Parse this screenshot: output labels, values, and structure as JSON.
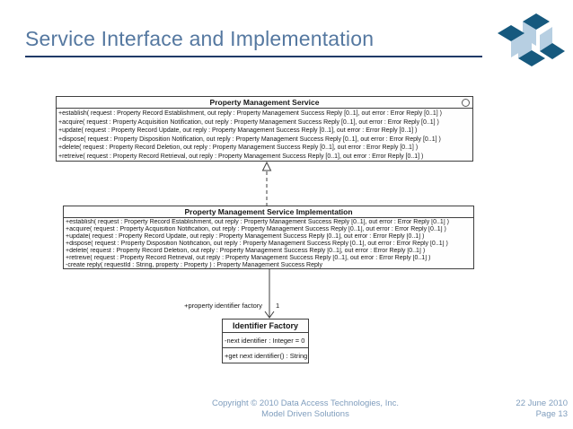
{
  "slide": {
    "title": "Service Interface and Implementation"
  },
  "diagram": {
    "service_box": {
      "title": "Property Management Service",
      "icon": "interface-circle",
      "operations": [
        "+establish( request : Property Record Establishment, out reply : Property Management Success Reply [0..1], out error : Error Reply [0..1] )",
        "+acquire( request : Property Acquisition Notification, out reply : Property Management Success Reply [0..1], out error : Error Reply [0..1] )",
        "+update( request : Property Record Update, out reply : Property Management Success Reply [0..1], out error : Error Reply [0..1] )",
        "+dispose( request : Property Disposition Notification, out reply : Property Management Success Reply [0..1], out error : Error Reply [0..1] )",
        "+delete( request : Property Record Deletion, out reply : Property Management Success Reply [0..1], out error : Error Reply [0..1] )",
        "+retreive( request : Property Record Retrieval, out reply : Property Management Success Reply [0..1], out error : Error Reply [0..1] )"
      ]
    },
    "implementation_box": {
      "title": "Property Management Service Implementation",
      "operations": [
        "+establish( request : Property Record Establishment, out reply : Property Management Success Reply [0..1], out error : Error Reply [0..1] )",
        "+acquire( request : Property Acquisition Notification, out reply : Property Management Success Reply [0..1], out error : Error Reply [0..1] )",
        "+update( request : Property Record Update, out reply : Property Management Success Reply [0..1], out error : Error Reply [0..1] )",
        "+dispose( request : Property Disposition Notification, out reply : Property Management Success Reply [0..1], out error : Error Reply [0..1] )",
        "+delete( request : Property Record Deletion, out reply : Property Management Success Reply [0..1], out error : Error Reply [0..1] )",
        "+retreive( request : Property Record Retrieval, out reply : Property Management Success Reply [0..1], out error : Error Reply [0..1] )",
        "-create reply( requestId : String, property : Property ) : Property Management Success Reply"
      ]
    },
    "factory_box": {
      "title": "Identifier Factory",
      "attribute": "-next identifier : Integer = 0",
      "operation": "+get next identifier() : String"
    },
    "association": {
      "role_label": "+property identifier factory",
      "multiplicity": "1"
    },
    "relationships": [
      "realization: Property Management Service Implementation --|> Property Management Service (dashed, hollow triangle)",
      "association: Property Management Service Implementation --> Identifier Factory (solid, open arrow)"
    ]
  },
  "footer": {
    "copyright_line1": "Copyright © 2010 Data Access Technologies, Inc.",
    "copyright_line2": "Model Driven Solutions",
    "date": "22 June 2010",
    "page": "Page 13"
  },
  "colors": {
    "title_text": "#5578a0",
    "title_rule": "#1f3a68",
    "footer_text": "#7f9dbd",
    "box_border": "#3f3f3f",
    "logo_dark": "#16597e",
    "logo_light": "#b7cfe2"
  }
}
